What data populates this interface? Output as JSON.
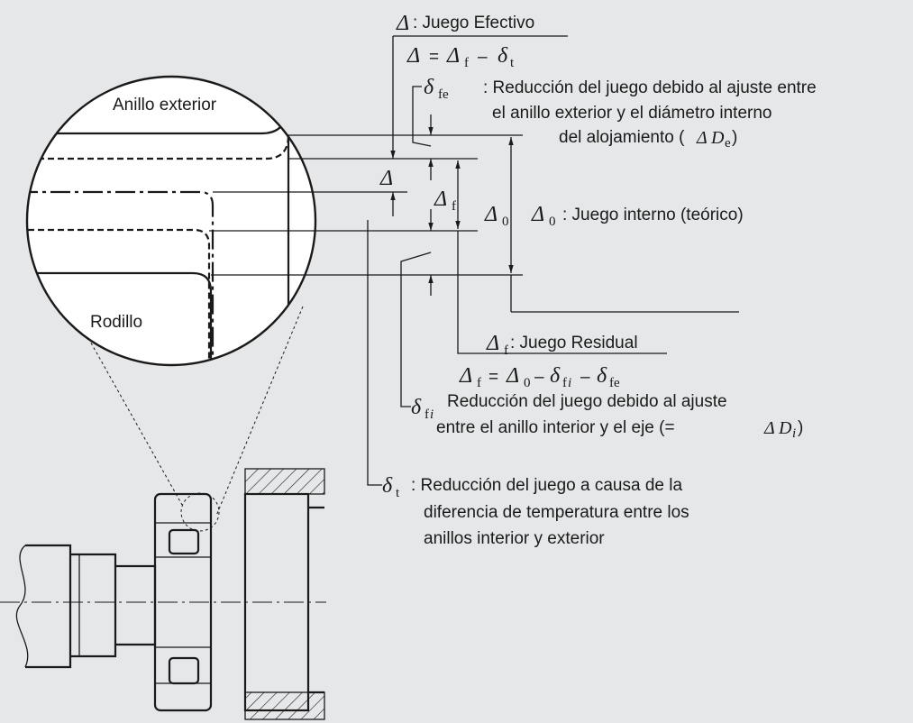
{
  "colors": {
    "background": "#e6e7e8",
    "ink": "#1a1a1a",
    "lens_fill": "#ffffff"
  },
  "symbols": {
    "Delta": "Δ",
    "delta": "δ",
    "sub_f": "f",
    "sub_t": "t",
    "sub_fe": "fe",
    "sub_fi": "fi",
    "sub_0": "0",
    "sub_e": "e",
    "sub_i": "i",
    "D": "D"
  },
  "labels": {
    "outer_ring": "Anillo exterior",
    "roller": "Rodillo",
    "effective_title": ": Juego Efectivo",
    "effective_eq": "=",
    "effective_minus": "–",
    "fe_line1": ": Reducción del juego debido al ajuste entre",
    "fe_line2": "el anillo exterior y el diámetro interno",
    "fe_line3": "del alojamiento (",
    "fe_close": ")",
    "internal": ": Juego interno (teórico)",
    "residual_title": ": Juego Residual",
    "residual_eq": "=",
    "residual_minus1": "–",
    "residual_minus2": "–",
    "fi_line1": "Reducción del juego debido al ajuste",
    "fi_line2": "entre el anillo interior y el eje (=",
    "fi_close": ")",
    "t_line1": ": Reducción del juego a causa de la",
    "t_line2": "diferencia de temperatura entre los",
    "t_line3": "anillos interior y exterior"
  }
}
